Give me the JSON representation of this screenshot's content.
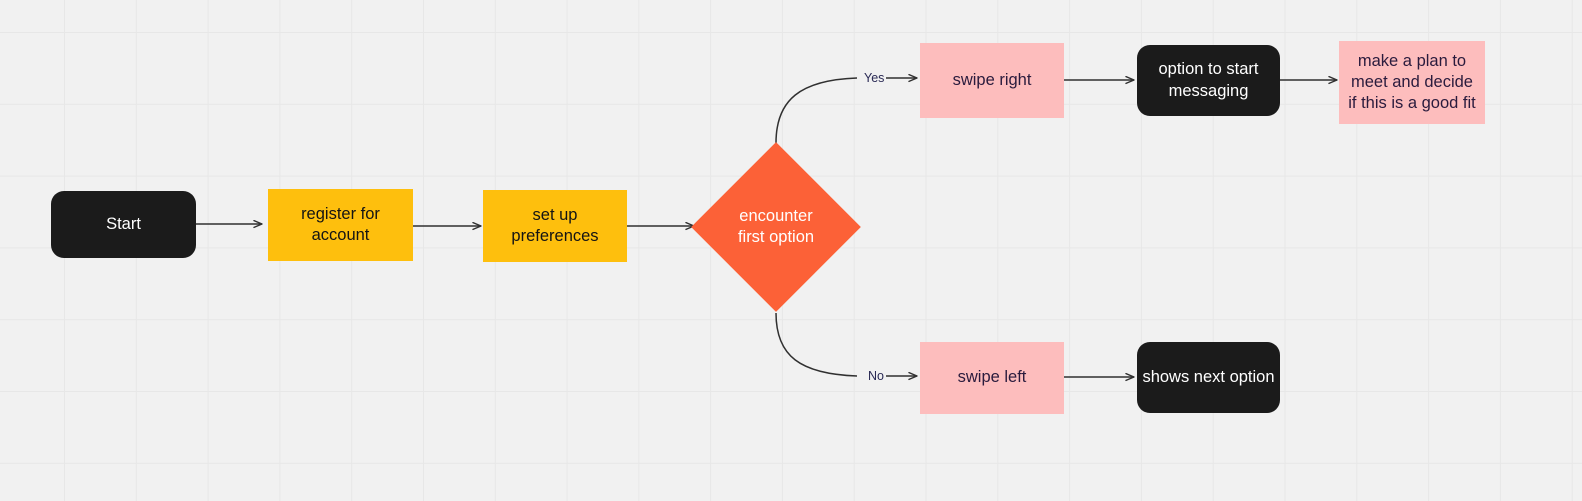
{
  "canvas": {
    "background_color": "#f1f1f1",
    "grid_color": "#e7e7e7",
    "grid_size": 72
  },
  "palette": {
    "terminal_fill": "#1b1b1b",
    "terminal_text": "#ffffff",
    "process_fill": "#febf0d",
    "process_text": "#141414",
    "note_fill": "#fdbdbd",
    "note_text": "#2a1b3d",
    "decision_fill": "#fc6137",
    "decision_text": "#ffffff",
    "edge_color": "#303030",
    "edge_label_text": "#2a2a55"
  },
  "flowchart": {
    "type": "flowchart",
    "nodes": [
      {
        "id": "start",
        "label": "Start",
        "shape": "rounded-rect",
        "role": "terminal"
      },
      {
        "id": "register",
        "label": "register for\naccount",
        "shape": "rect",
        "role": "process"
      },
      {
        "id": "preferences",
        "label": "set up\npreferences",
        "shape": "rect",
        "role": "process"
      },
      {
        "id": "encounter",
        "label": "encounter\nfirst option",
        "shape": "diamond",
        "role": "decision"
      },
      {
        "id": "swipe-right",
        "label": "swipe right",
        "shape": "rect",
        "role": "note"
      },
      {
        "id": "messaging",
        "label": "option to start\nmessaging",
        "shape": "rounded-rect",
        "role": "terminal"
      },
      {
        "id": "make-plan",
        "label": "make a plan to\nmeet and decide\nif this is a good fit",
        "shape": "rect",
        "role": "note"
      },
      {
        "id": "swipe-left",
        "label": "swipe left",
        "shape": "rect",
        "role": "note"
      },
      {
        "id": "next-option",
        "label": "shows next option",
        "shape": "rounded-rect",
        "role": "terminal"
      }
    ],
    "edges": [
      {
        "from": "start",
        "to": "register",
        "label": ""
      },
      {
        "from": "register",
        "to": "preferences",
        "label": ""
      },
      {
        "from": "preferences",
        "to": "encounter",
        "label": ""
      },
      {
        "from": "encounter",
        "to": "swipe-right",
        "label": "Yes"
      },
      {
        "from": "swipe-right",
        "to": "messaging",
        "label": ""
      },
      {
        "from": "messaging",
        "to": "make-plan",
        "label": ""
      },
      {
        "from": "encounter",
        "to": "swipe-left",
        "label": "No"
      },
      {
        "from": "swipe-left",
        "to": "next-option",
        "label": ""
      }
    ]
  }
}
